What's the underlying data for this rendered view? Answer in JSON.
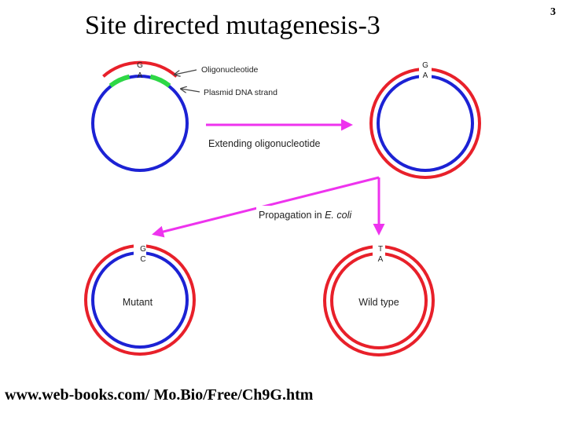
{
  "slide": {
    "title": "Site directed mutagenesis-3",
    "page_number": "3",
    "source": "www.web-books.com/ Mo.Bio/Free/Ch9G.htm"
  },
  "colors": {
    "red_strand": "#e8202a",
    "blue_strand": "#1c22d4",
    "green_oligo": "#2ed845",
    "magenta_arrow": "#ee33ee",
    "pointer": "#444444"
  },
  "diagram": {
    "step1": {
      "top_base": "G",
      "bottom_base": "A"
    },
    "labels": {
      "oligonucleotide": "Oligonucleotide",
      "plasmid_strand": "Plasmid DNA strand",
      "extending": "Extending oligonucleotide",
      "propagation": "Propagation in ",
      "organism": "E. coli"
    },
    "step2": {
      "top_base": "G",
      "bottom_base": "A"
    },
    "mutant": {
      "top_base": "G",
      "bottom_base": "C",
      "label": "Mutant"
    },
    "wildtype": {
      "top_base": "T",
      "bottom_base": "A",
      "label": "Wild type"
    }
  }
}
